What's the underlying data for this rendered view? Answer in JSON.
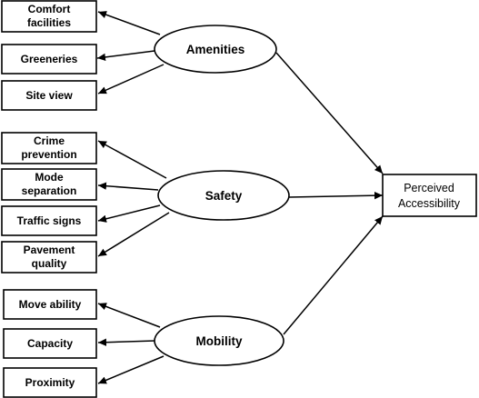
{
  "constructs": {
    "amenities": "Amenities",
    "safety": "Safety",
    "mobility": "Mobility"
  },
  "outcome": {
    "line1": "Perceived",
    "line2": "Accessibility"
  },
  "indicators": {
    "comfort": {
      "line1": "Comfort",
      "line2": "facilities"
    },
    "greeneries": "Greeneries",
    "site_view": "Site view",
    "crime": {
      "line1": "Crime",
      "line2": "prevention"
    },
    "mode": {
      "line1": "Mode",
      "line2": "separation"
    },
    "traffic": "Traffic signs",
    "pavement": {
      "line1": "Pavement",
      "line2": "quality"
    },
    "move": "Move ability",
    "capacity": "Capacity",
    "proximity": "Proximity"
  }
}
